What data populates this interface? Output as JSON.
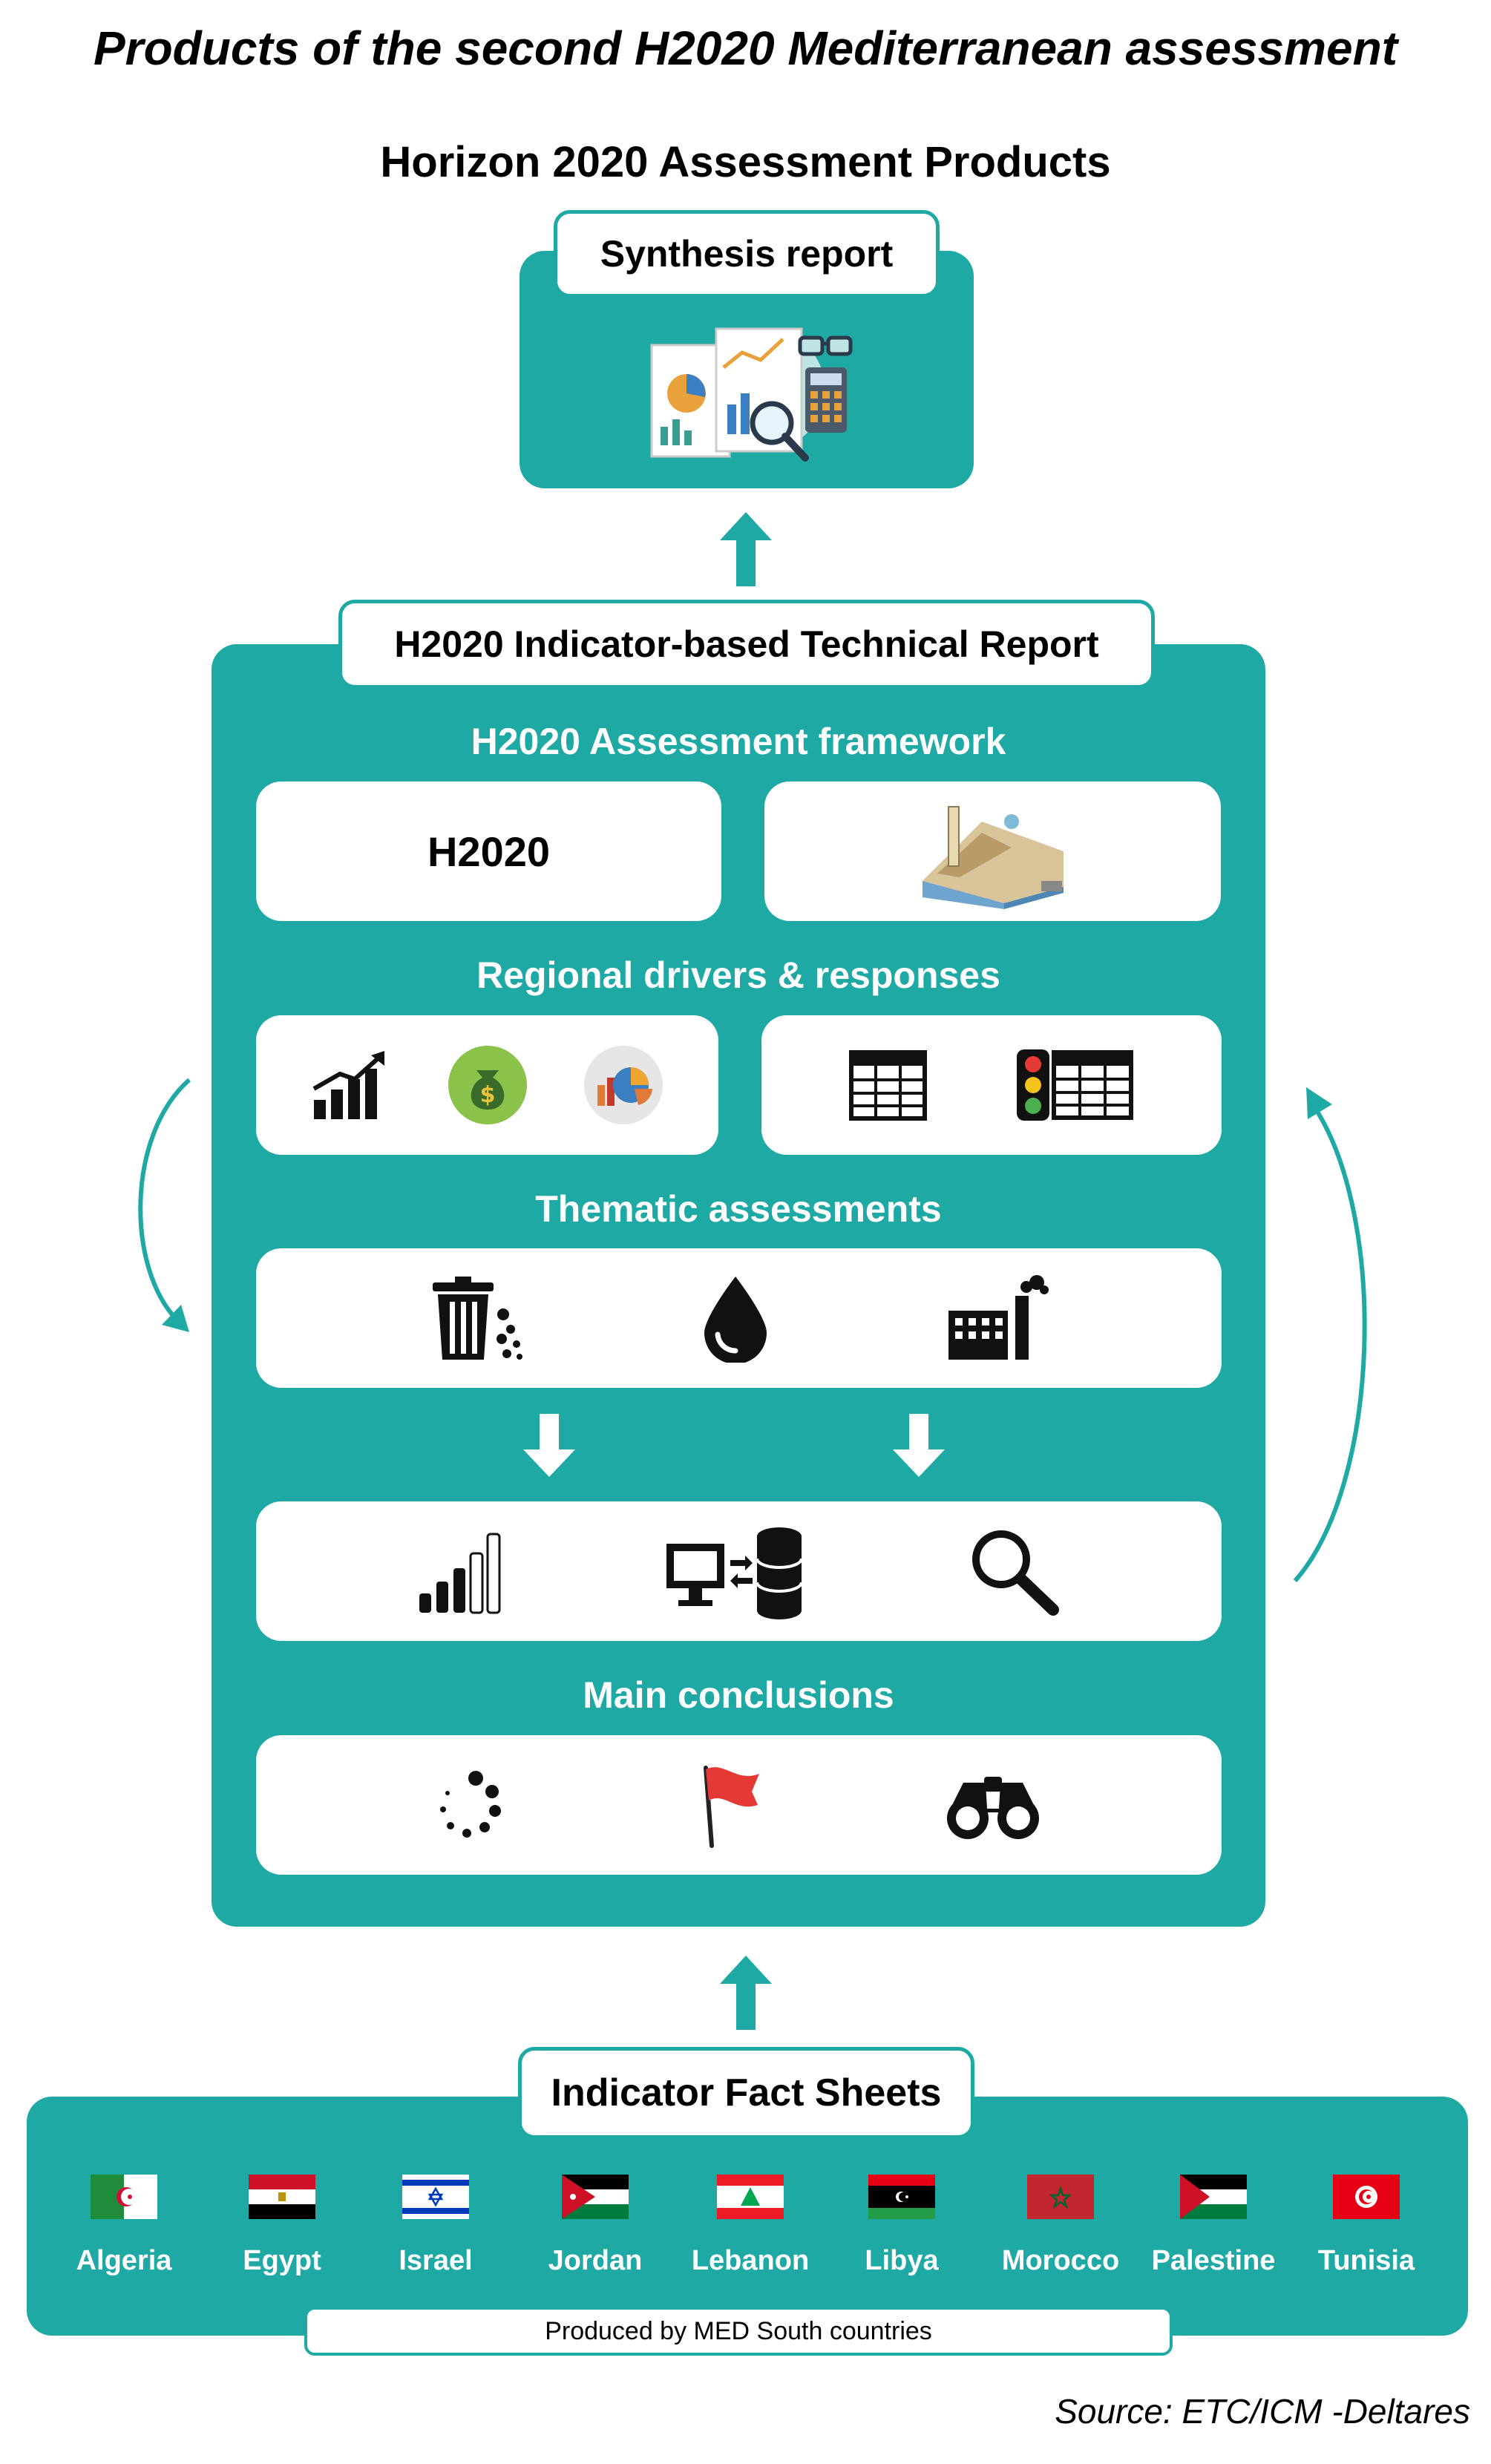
{
  "title": "Products of the second H2020 Mediterranean assessment",
  "subtitle": "Horizon 2020 Assessment Products",
  "synthesis": {
    "label": "Synthesis report",
    "icons": [
      "report-charts-icon",
      "magnifier-icon",
      "calculator-icon",
      "glasses-icon"
    ]
  },
  "technical_report": {
    "label": "H2020 Indicator-based Technical Report",
    "framework": {
      "title": "H2020 Assessment framework",
      "left_text": "H2020",
      "right_icon": "landscape-illustration-icon"
    },
    "drivers": {
      "title": "Regional drivers & responses",
      "left_icons": [
        "rising-bar-chart-icon",
        "money-bag-icon",
        "pie-chart-icon"
      ],
      "right_icons": [
        "table-icon",
        "traffic-light-table-icon"
      ]
    },
    "thematic": {
      "title": "Thematic assessments",
      "icons": [
        "waste-bin-icon",
        "water-drop-icon",
        "factory-icon"
      ]
    },
    "analysis": {
      "icons": [
        "signal-bars-icon",
        "computer-database-icon",
        "search-icon"
      ]
    },
    "conclusions": {
      "title": "Main conclusions",
      "icons": [
        "loading-dots-icon",
        "flag-icon",
        "binoculars-icon"
      ]
    }
  },
  "fact_sheets": {
    "label": "Indicator Fact Sheets",
    "countries": [
      "Algeria",
      "Egypt",
      "Israel",
      "Jordan",
      "Lebanon",
      "Libya",
      "Morocco",
      "Palestine",
      "Tunisia"
    ],
    "footer": "Produced by MED South countries"
  },
  "source": "Source: ETC/ICM -Deltares",
  "colors": {
    "accent": "#1fa9a5",
    "red": "#e53935",
    "green": "#1e8c3a"
  }
}
